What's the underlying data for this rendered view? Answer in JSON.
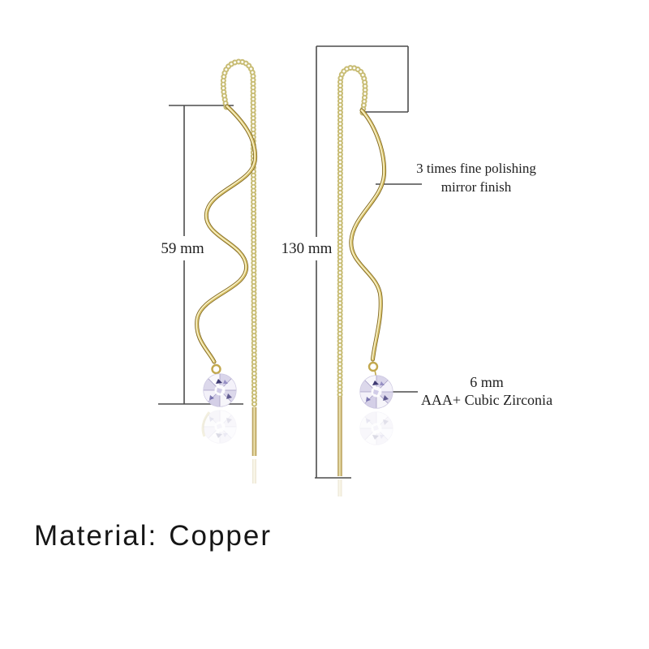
{
  "annotations": {
    "wave_length": "59 mm",
    "total_length": "130 mm",
    "polishing_line1": "3 times fine polishing",
    "polishing_line2": "mirror finish",
    "stone_size": "6 mm",
    "stone_quality": "AAA+ Cubic Zirconia"
  },
  "material": {
    "label": "Material:",
    "value": "Copper"
  },
  "colors": {
    "background": "#ffffff",
    "measure_line": "#4c4c4c",
    "text": "#1f1f1f",
    "chain_gold": "#c8bc74",
    "gold_dark": "#7a621f",
    "gold_mid": "#d9c269",
    "gold_highlight": "#f9f3cd",
    "stone_base": "#eceaf6",
    "stone_accent_dark": "#3f3b73",
    "stone_accent_light": "#c7c1e2"
  }
}
